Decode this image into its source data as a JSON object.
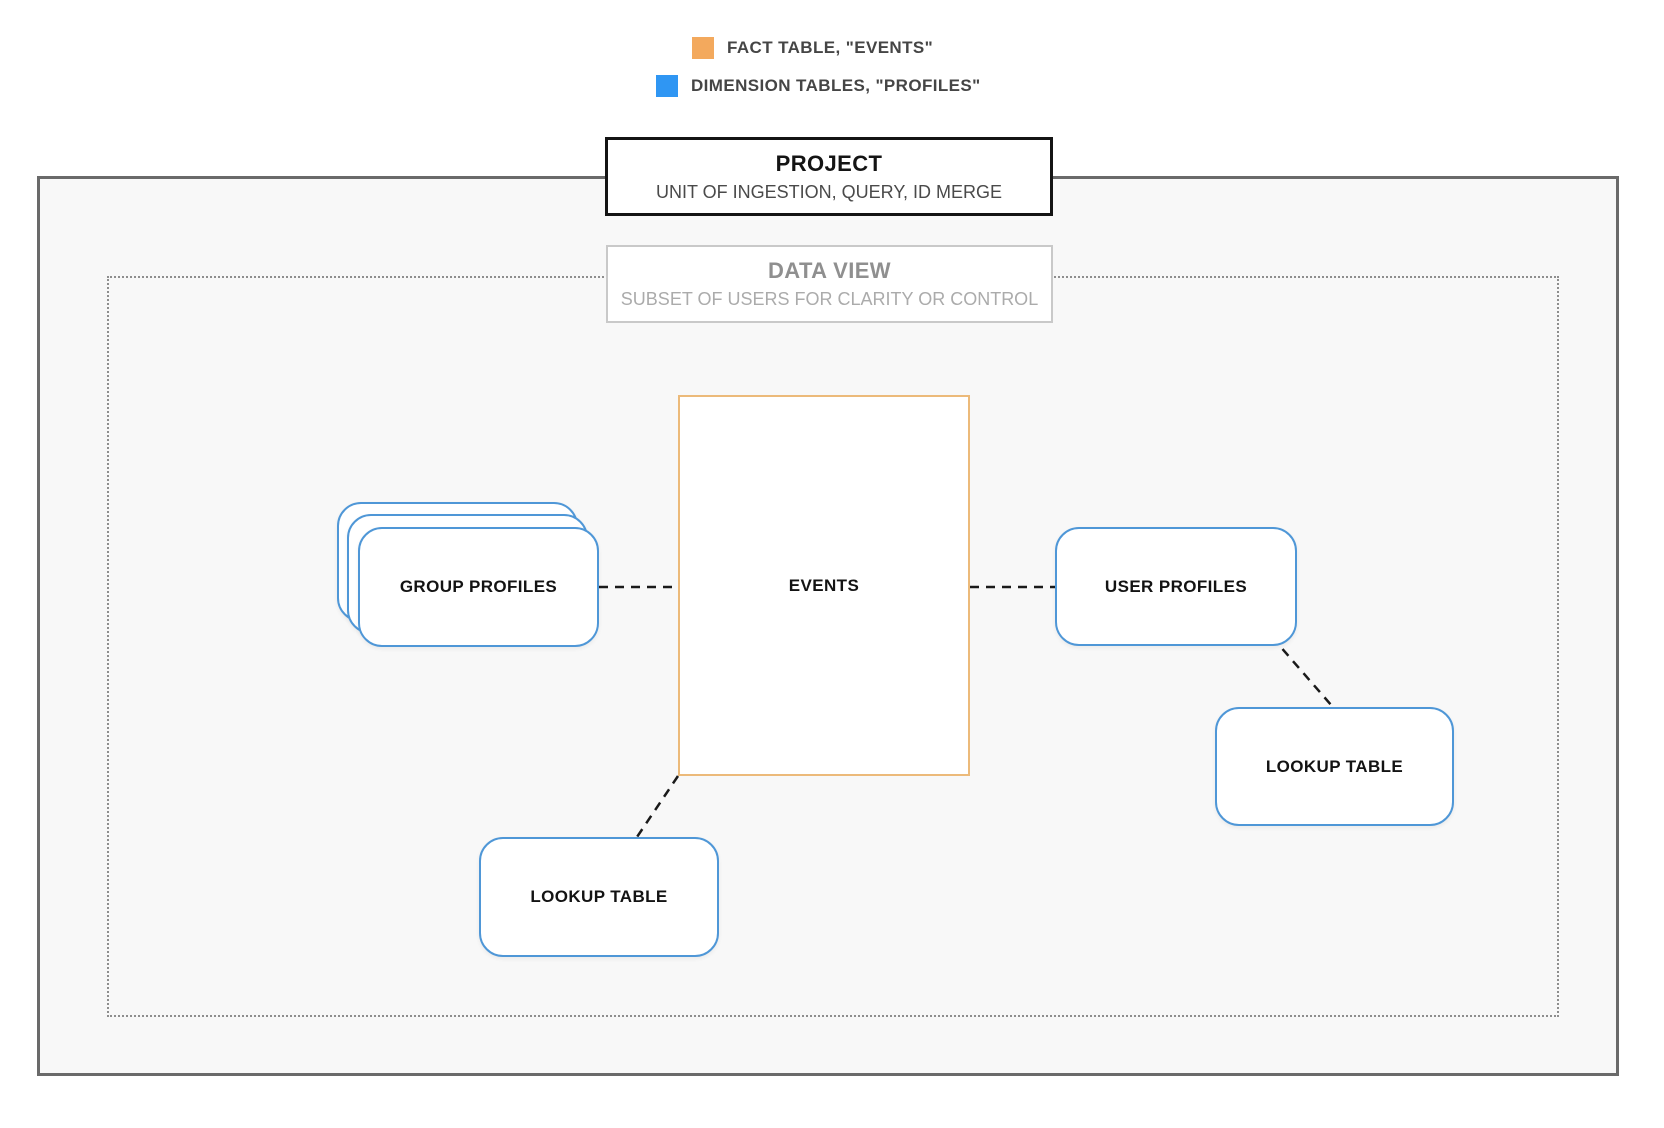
{
  "legend": {
    "items": [
      {
        "name": "fact-table",
        "label": "FACT TABLE, \"EVENTS\"",
        "color": "#F3A95D"
      },
      {
        "name": "dimension-tables",
        "label": "DIMENSION TABLES, \"PROFILES\"",
        "color": "#2F96F3"
      }
    ]
  },
  "project": {
    "title": "PROJECT",
    "subtitle": "UNIT OF INGESTION, QUERY, ID MERGE"
  },
  "data_view": {
    "title": "DATA VIEW",
    "subtitle": "SUBSET OF USERS FOR CLARITY OR CONTROL"
  },
  "nodes": {
    "group_profiles": {
      "label": "GROUP PROFILES",
      "type": "dimension"
    },
    "events": {
      "label": "EVENTS",
      "type": "fact"
    },
    "user_profiles": {
      "label": "USER PROFILES",
      "type": "dimension"
    },
    "lookup_table_bottom": {
      "label": "LOOKUP TABLE",
      "type": "dimension"
    },
    "lookup_table_right": {
      "label": "LOOKUP TABLE",
      "type": "dimension"
    }
  },
  "colors": {
    "fact_orange": "#F3A95D",
    "dimension_blue": "#2F96F3",
    "card_border_blue": "#4F97D7",
    "events_border_orange": "#ECBA7A",
    "connector_black": "#1A1A1A",
    "container_border_gray": "#6A6A6A",
    "dotted_border_gray": "#8E8E8E",
    "container_background": "#F8F8F8"
  }
}
